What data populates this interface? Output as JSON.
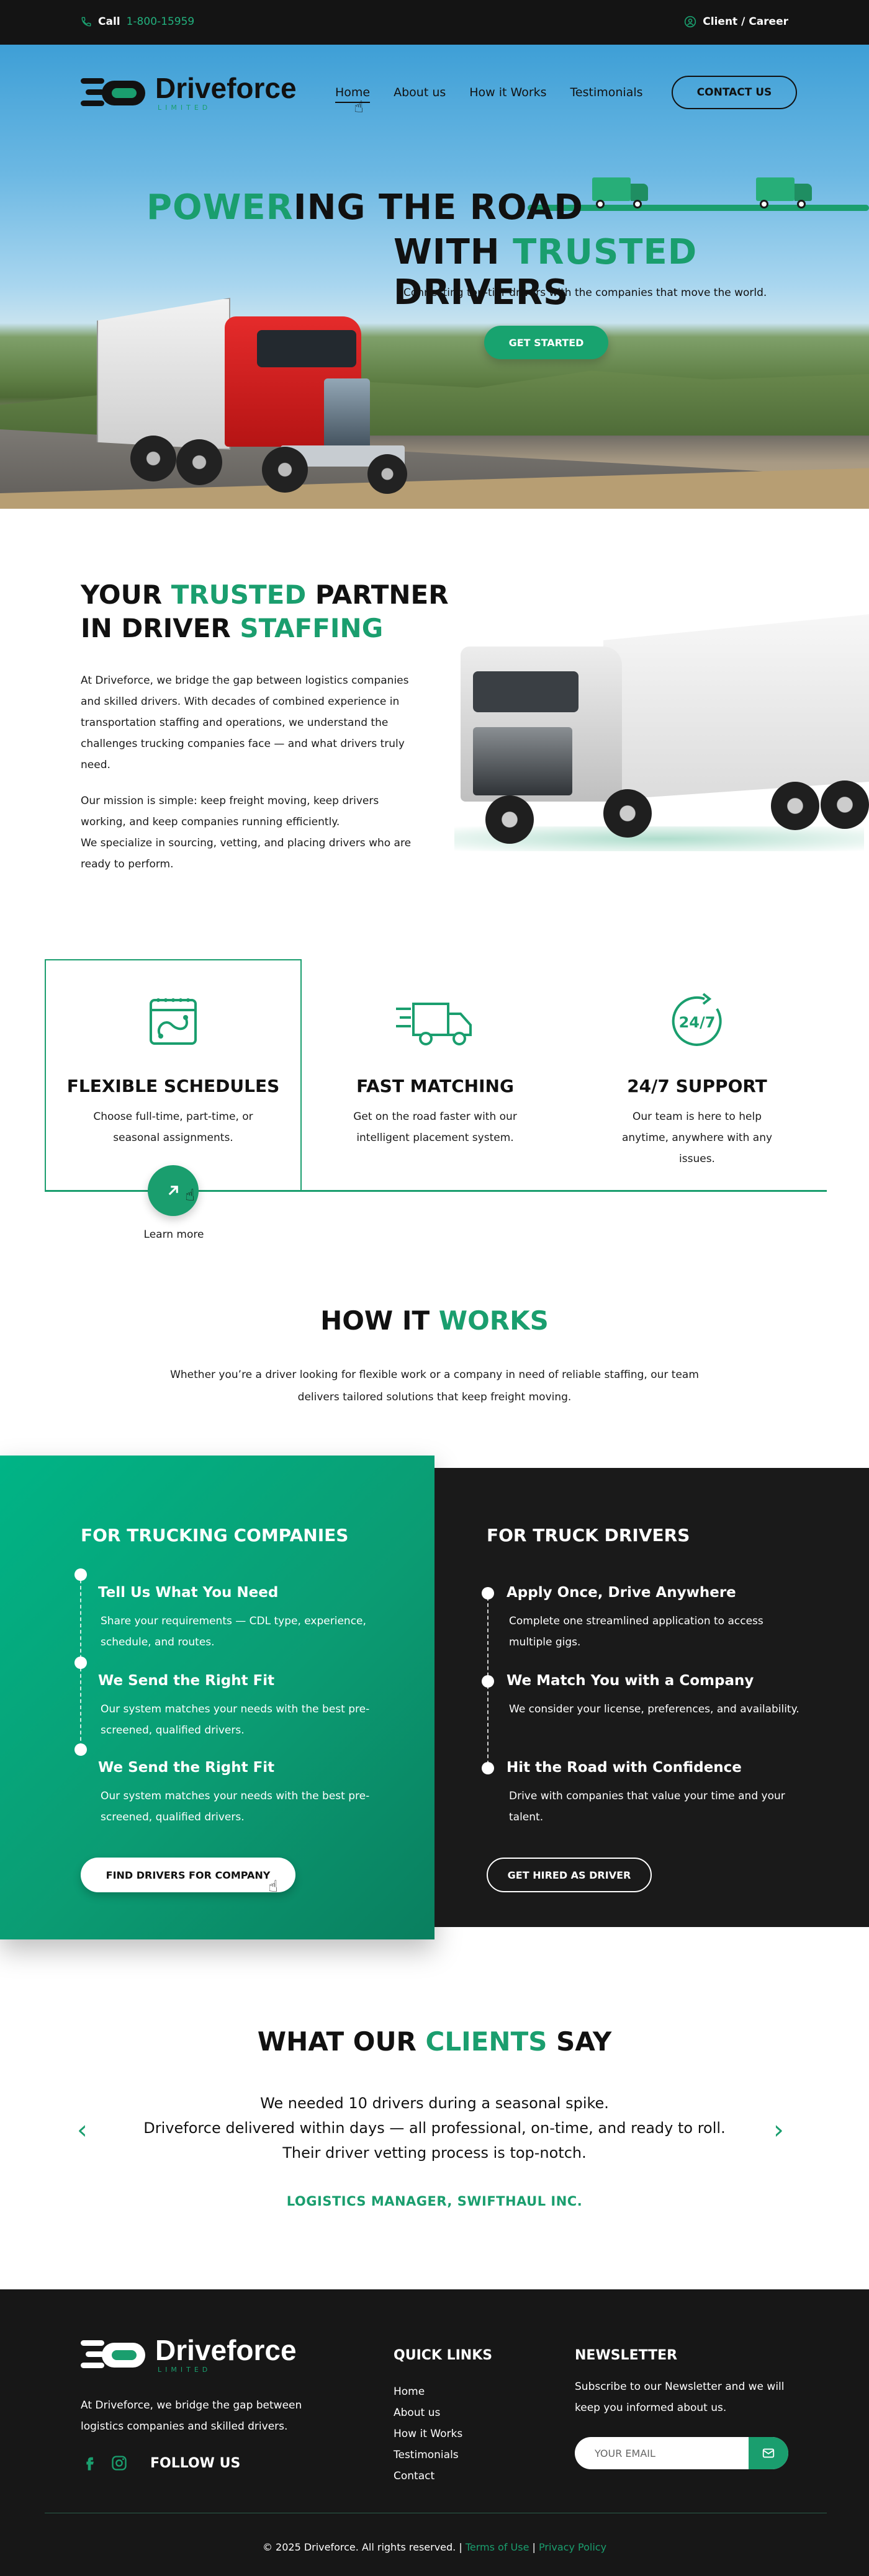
{
  "topbar": {
    "call_label": "Call",
    "phone": "1-800-15959",
    "account_link": "Client / Career"
  },
  "brand": {
    "name": "Driveforce",
    "tagline": "LIMITED"
  },
  "nav": {
    "items": [
      "Home",
      "About us",
      "How it Works",
      "Testimonials"
    ],
    "contact_button": "CONTACT US"
  },
  "hero": {
    "line1_accent": "POWER",
    "line1_rest": "ING THE ROAD",
    "line2_start": "WITH ",
    "line2_accent": "TRUSTED",
    "line2_end": " DRIVERS",
    "subtitle": "Connecting top-tier drivers with the companies that move the world.",
    "cta": "GET STARTED"
  },
  "partner": {
    "title_a": "YOUR ",
    "title_accent1": "TRUSTED",
    "title_b": " PARTNER",
    "title_c": "IN DRIVER ",
    "title_accent2": "STAFFING",
    "para1": "At Driveforce, we bridge the gap between logistics companies and skilled drivers. With decades of combined experience in transportation staffing and operations, we understand the challenges trucking companies face — and what drivers truly need.",
    "para2": "Our mission is simple: keep freight moving, keep drivers working, and keep companies running efficiently.",
    "para3": "We specialize in sourcing, vetting, and placing drivers who are ready to perform."
  },
  "features": [
    {
      "icon": "calendar-route-icon",
      "title": "FLEXIBLE SCHEDULES",
      "desc": "Choose full-time, part-time, or seasonal assignments."
    },
    {
      "icon": "delivery-truck-icon",
      "title": "FAST MATCHING",
      "desc": "Get on the road faster with our intelligent placement system."
    },
    {
      "icon": "clock-24-7-icon",
      "title": "24/7 SUPPORT",
      "desc": "Our team is here to help anytime, anywhere with any issues."
    }
  ],
  "learn_more": "Learn more",
  "how": {
    "title_a": "HOW IT ",
    "title_accent": "WORKS",
    "subtitle": "Whether you’re a driver looking for flexible work or a company in need of reliable staffing, our team delivers tailored solutions that keep freight moving."
  },
  "companies": {
    "title": "FOR TRUCKING COMPANIES",
    "steps": [
      {
        "title": "Tell Us What You Need",
        "desc": "Share your requirements — CDL type, experience, schedule, and routes."
      },
      {
        "title": "We Send the Right Fit",
        "desc": "Our system matches your needs with the best pre-screened, qualified drivers."
      },
      {
        "title": "We Send the Right Fit",
        "desc": "Our system matches your needs with the best pre-screened, qualified drivers."
      }
    ],
    "button": "FIND DRIVERS FOR COMPANY"
  },
  "drivers": {
    "title": "FOR TRUCK DRIVERS",
    "steps": [
      {
        "title": "Apply Once, Drive Anywhere",
        "desc": "Complete one streamlined application to access multiple gigs."
      },
      {
        "title": "We Match You with a Company",
        "desc": "We consider your license, preferences, and availability."
      },
      {
        "title": "Hit the Road with Confidence",
        "desc": "Drive with companies that value your time and your talent."
      }
    ],
    "button": "GET HIRED AS DRIVER"
  },
  "testimonials": {
    "title_a": "WHAT OUR ",
    "title_accent": "CLIENTS",
    "title_b": " SAY",
    "quote_l1": "We needed 10 drivers during a seasonal spike.",
    "quote_l2": "Driveforce delivered within days — all professional, on-time, and ready to roll.",
    "quote_l3": "Their driver vetting process is top-notch.",
    "author": "LOGISTICS MANAGER, SWIFTHAUL INC.",
    "prev": "‹",
    "next": "›"
  },
  "footer": {
    "about": "At Driveforce, we bridge the gap between logistics companies and skilled drivers.",
    "follow": "FOLLOW US",
    "quick_links_title": "QUICK LINKS",
    "quick_links": [
      "Home",
      "About us",
      "How it Works",
      "Testimonials",
      "Contact"
    ],
    "newsletter_title": "NEWSLETTER",
    "newsletter_desc": "Subscribe to our Newsletter and we will keep you informed about us.",
    "email_placeholder": "YOUR EMAIL",
    "copyright": "© 2025 Driveforce. All rights reserved. | ",
    "terms": "Terms of Use",
    "sep": " | ",
    "privacy": "Privacy Policy"
  },
  "colors": {
    "accent": "#1a9e6e",
    "dark": "#171717"
  }
}
